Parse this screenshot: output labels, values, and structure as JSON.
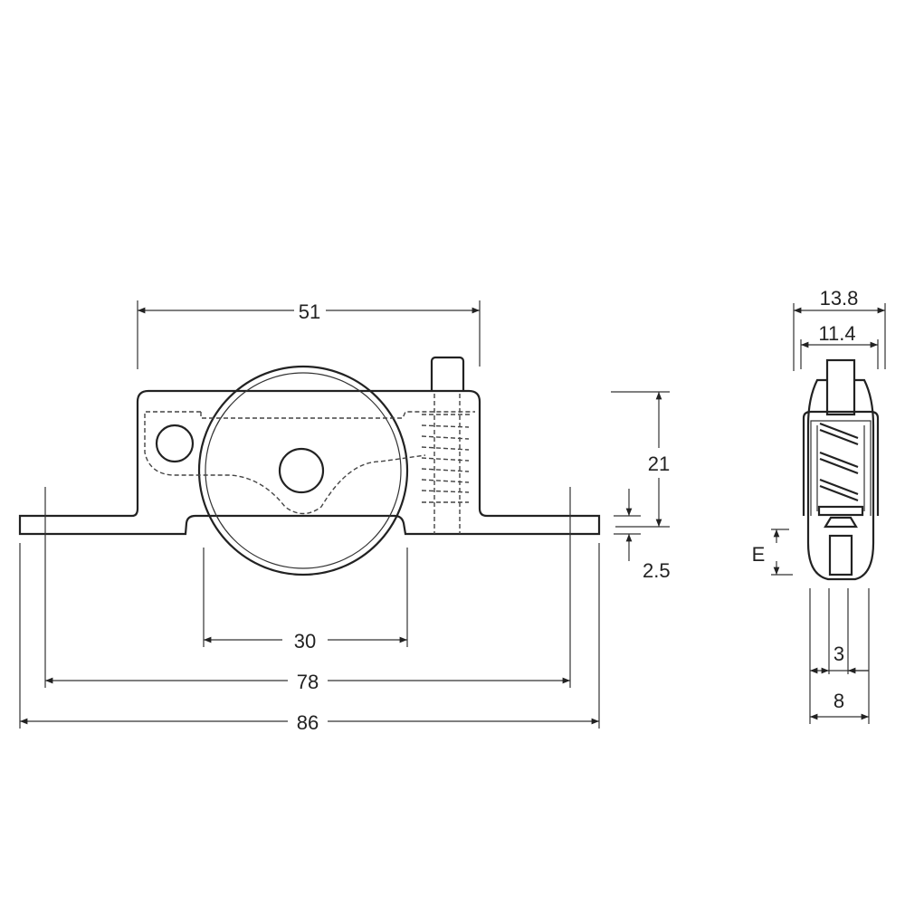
{
  "title": "Door roller technical drawing",
  "dimensions": {
    "top_width": "51",
    "wheel_span": "30",
    "hole_span": "78",
    "overall_length": "86",
    "height": "21",
    "plate_thickness": "2.5",
    "side_outer_width": "13.8",
    "side_inner_width": "11.4",
    "e_label": "E",
    "wheel_groove": "3",
    "wheel_width": "8"
  },
  "colors": {
    "line": "#222222",
    "background": "#ffffff"
  }
}
